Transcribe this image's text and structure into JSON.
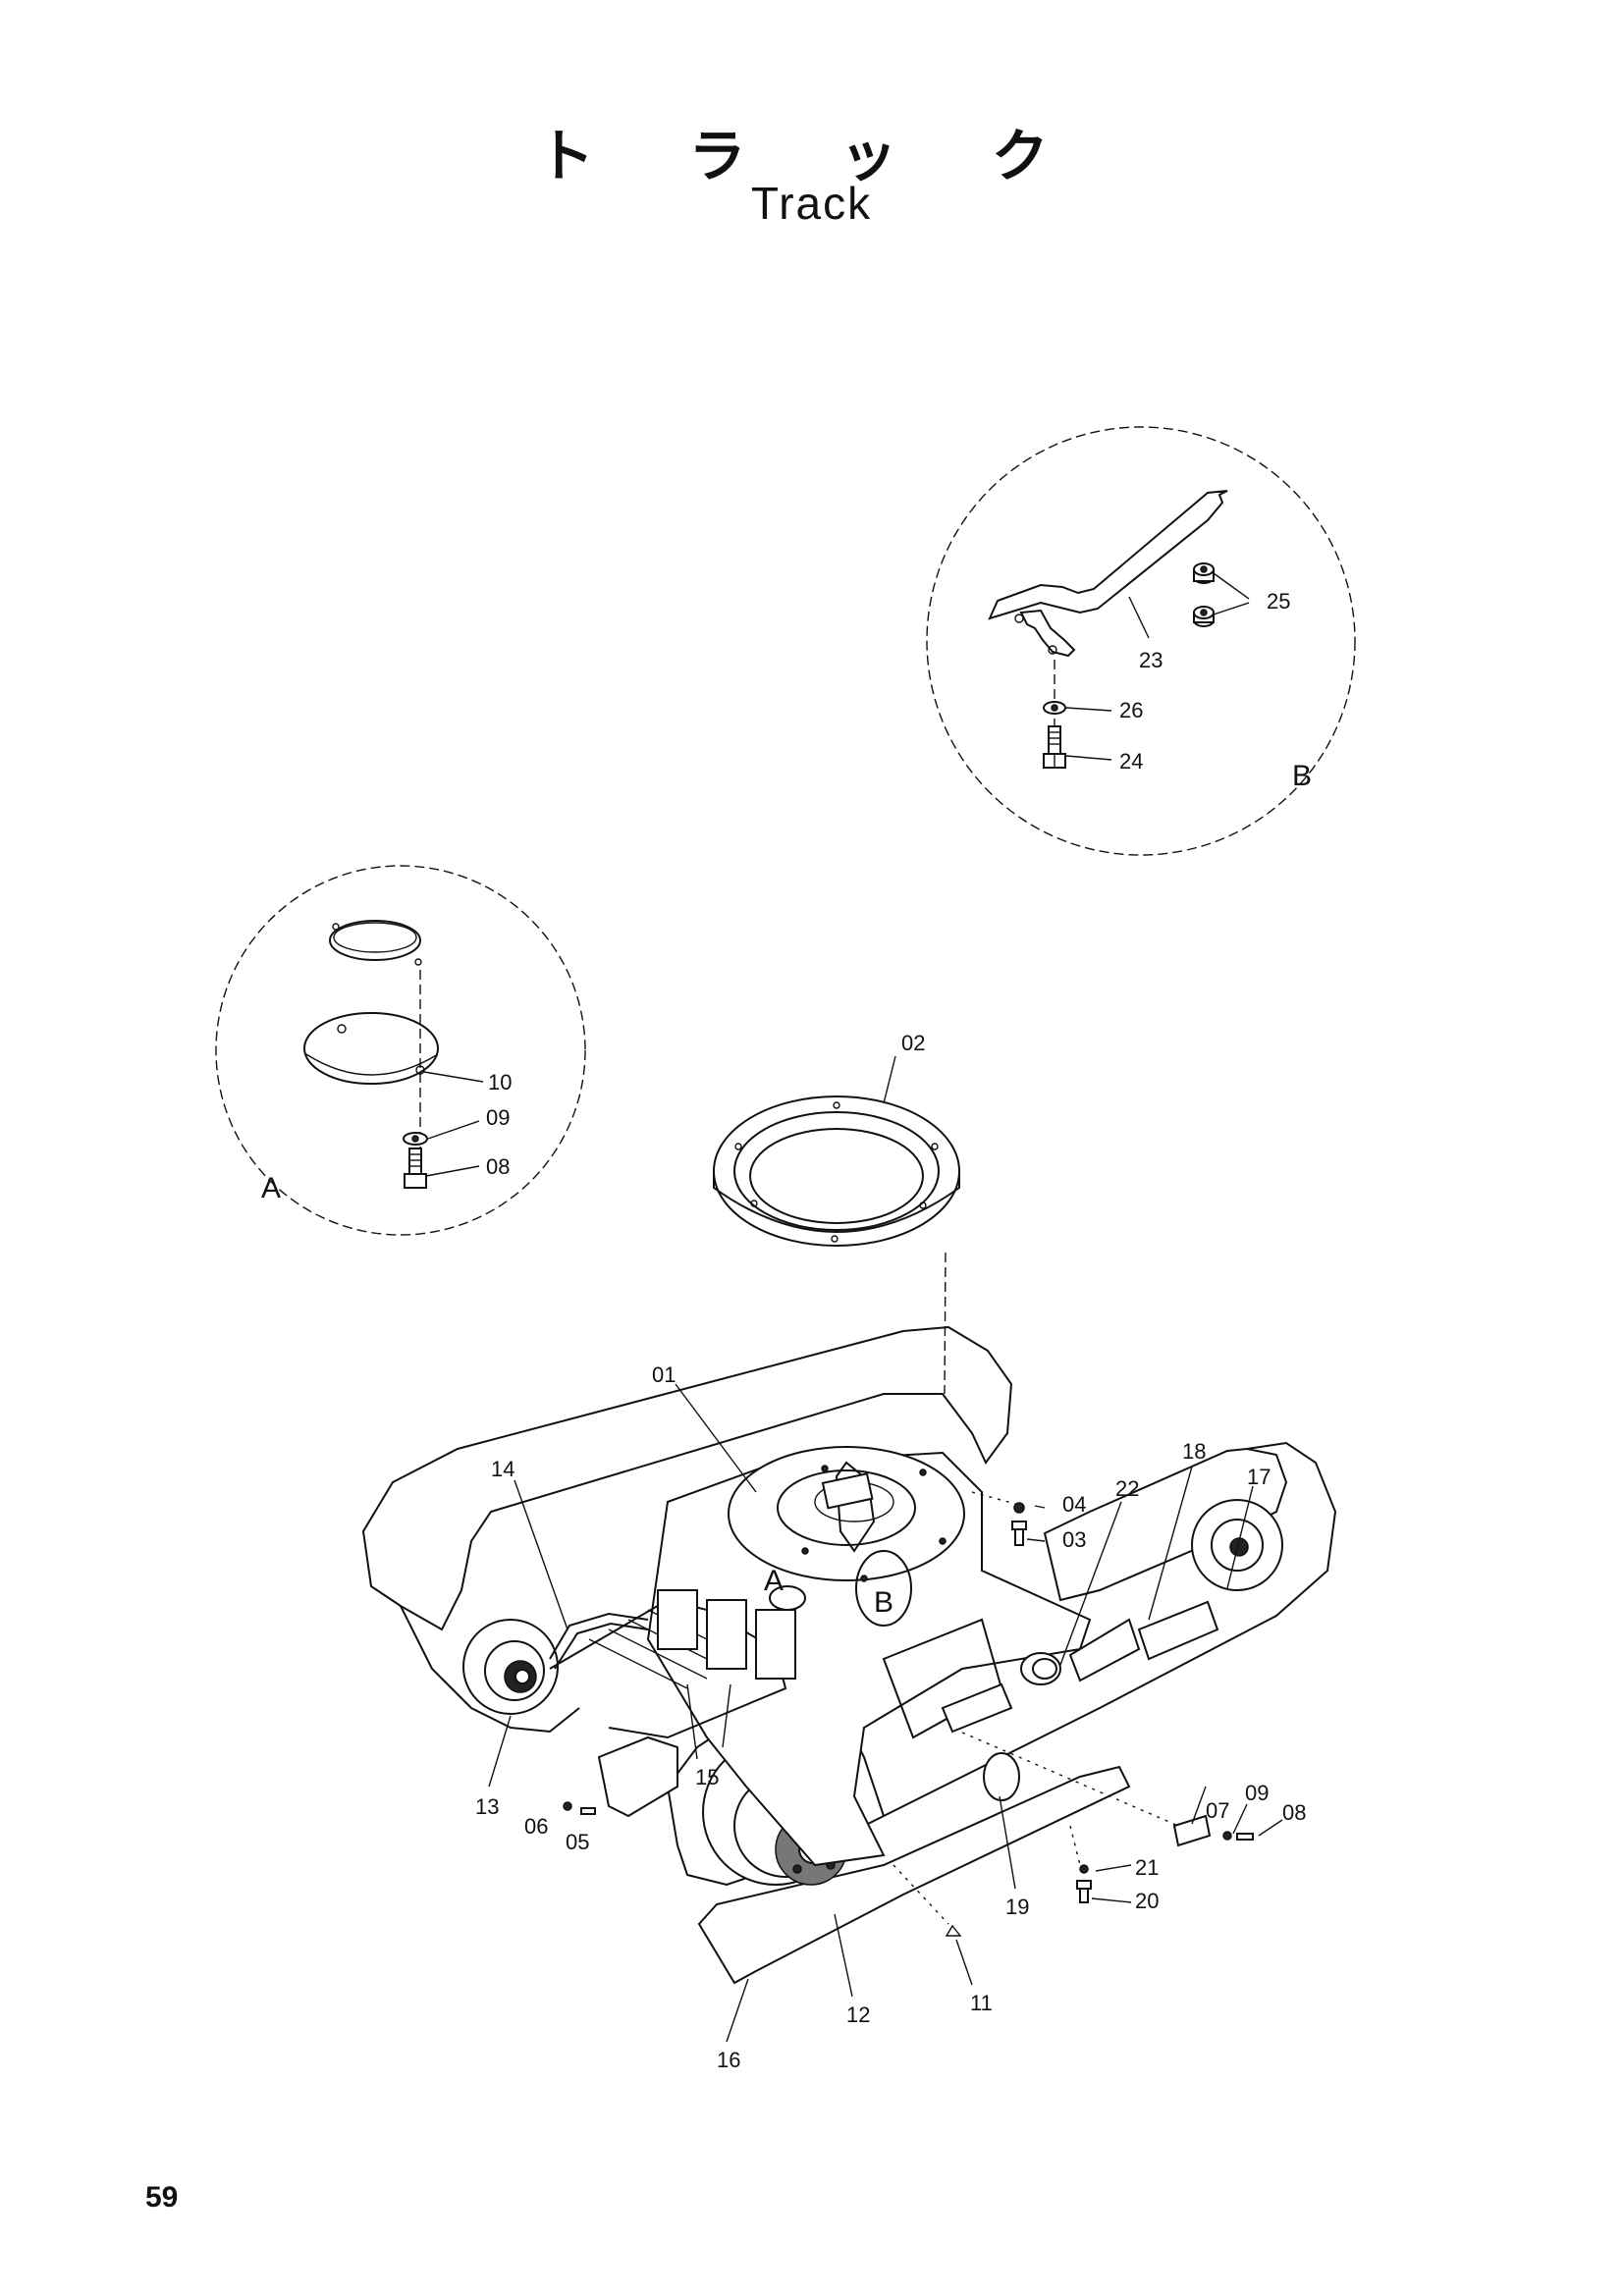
{
  "title_jp": "ト ラ ッ ク",
  "title_en": "Track",
  "page_number": "59",
  "details": {
    "a": {
      "letter": "A",
      "parts": {
        "p10": "10",
        "p09": "09",
        "p08": "08"
      }
    },
    "b": {
      "letter": "B",
      "parts": {
        "p23": "23",
        "p25": "25",
        "p26": "26",
        "p24": "24"
      }
    }
  },
  "main_labels": {
    "p01": "01",
    "p02": "02",
    "p03": "03",
    "p04": "04",
    "p05": "05",
    "p06": "06",
    "p07": "07",
    "p08": "08",
    "p09": "09",
    "p11": "11",
    "p12": "12",
    "p13": "13",
    "p14": "14",
    "p15": "15",
    "p16": "16",
    "p17": "17",
    "p18": "18",
    "p19": "19",
    "p20": "20",
    "p21": "21",
    "p22": "22",
    "ref_a": "A",
    "ref_b": "B"
  }
}
